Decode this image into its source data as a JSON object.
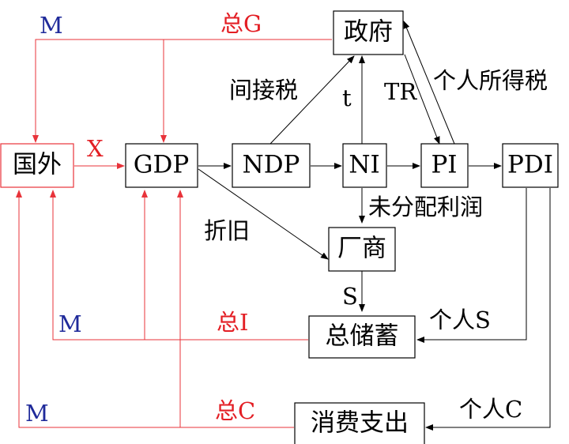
{
  "colors": {
    "black": "#000000",
    "red": "#e31e24",
    "blue": "#1f2a9a"
  },
  "nodes": {
    "government": "政府",
    "foreign": "国外",
    "gdp": "GDP",
    "ndp": "NDP",
    "ni": "NI",
    "pi": "PI",
    "pdi": "PDI",
    "firms": "厂商",
    "total_savings": "总储蓄",
    "consumption": "消费支出"
  },
  "labels": {
    "m_top": "M",
    "total_g": "总G",
    "x": "X",
    "indirect_tax": "间接税",
    "t": "t",
    "tr": "TR",
    "personal_income_tax": "个人所得税",
    "undistributed_profit": "未分配利润",
    "depreciation": "折旧",
    "s": "S",
    "personal_s": "个人S",
    "m_mid": "M",
    "total_i": "总I",
    "m_bottom": "M",
    "total_c": "总C",
    "personal_c": "个人C"
  }
}
